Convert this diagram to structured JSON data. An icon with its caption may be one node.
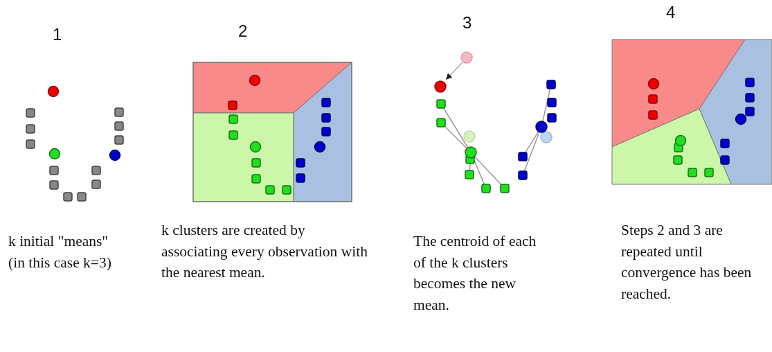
{
  "diagram": {
    "labels": [
      "1",
      "2",
      "3",
      "4",
      "k initial \"means\" (in this case k=3)",
      "k clusters are created by associating every observation with the nearest mean.",
      "The centroid of each of the k clusters becomes the new mean.",
      "Steps 2 and 3 are repeated until convergence has been reached."
    ]
  }
}
